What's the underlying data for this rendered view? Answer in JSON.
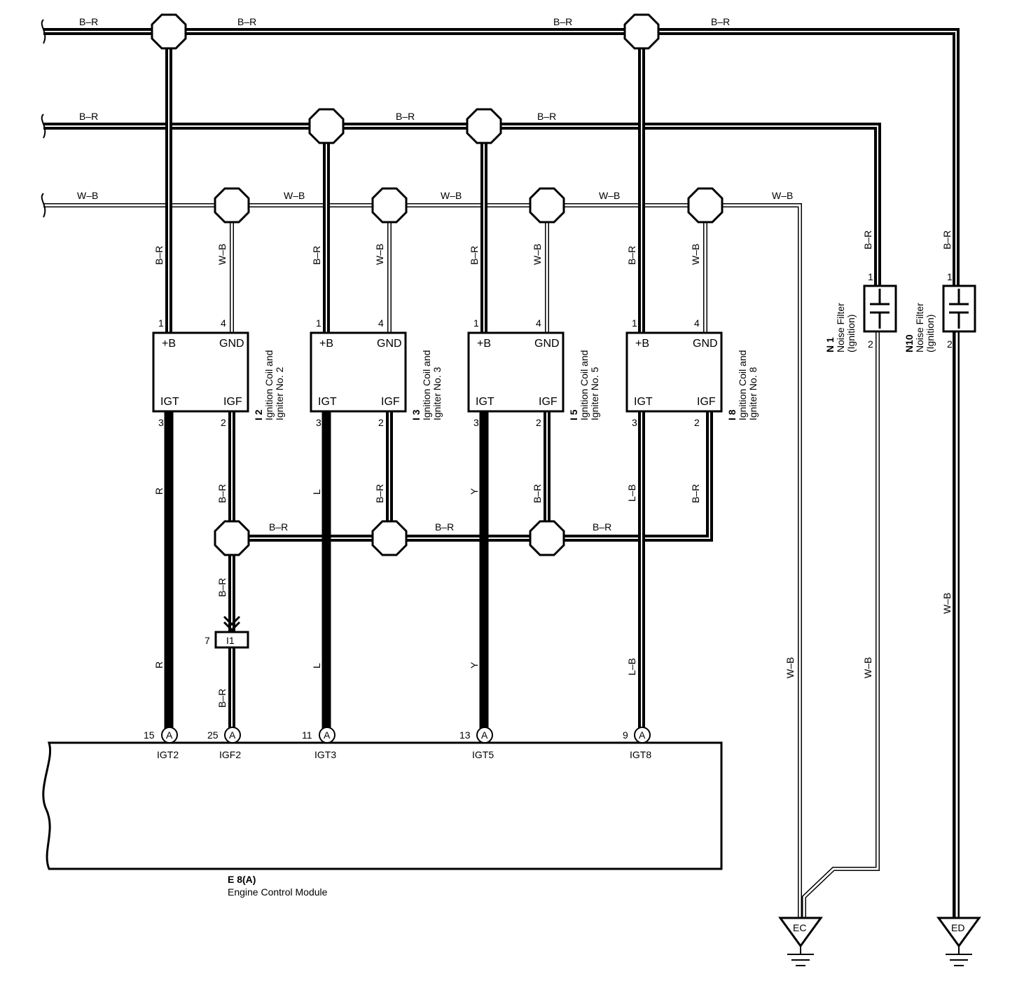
{
  "colors": {
    "wire": "#000000",
    "background": "#ffffff"
  },
  "wire_colors": {
    "b_r": "B–R",
    "w_b": "W–B",
    "r": "R",
    "l": "L",
    "y": "Y",
    "l_b": "L–B"
  },
  "coils": [
    {
      "code": "I 2",
      "name_line1": "Ignition Coil and",
      "name_line2": "Igniter No. 2",
      "plus_b": "+B",
      "gnd": "GND",
      "igt": "IGT",
      "igf": "IGF",
      "pin_plus_b": "1",
      "pin_gnd": "4",
      "pin_igt": "3",
      "pin_igf": "2",
      "igt_wire": "R"
    },
    {
      "code": "I 3",
      "name_line1": "Ignition Coil and",
      "name_line2": "Igniter No. 3",
      "plus_b": "+B",
      "gnd": "GND",
      "igt": "IGT",
      "igf": "IGF",
      "pin_plus_b": "1",
      "pin_gnd": "4",
      "pin_igt": "3",
      "pin_igf": "2",
      "igt_wire": "L"
    },
    {
      "code": "I 5",
      "name_line1": "Ignition Coil and",
      "name_line2": "Igniter No. 5",
      "plus_b": "+B",
      "gnd": "GND",
      "igt": "IGT",
      "igf": "IGF",
      "pin_plus_b": "1",
      "pin_gnd": "4",
      "pin_igt": "3",
      "pin_igf": "2",
      "igt_wire": "Y"
    },
    {
      "code": "I 8",
      "name_line1": "Ignition Coil and",
      "name_line2": "Igniter No. 8",
      "plus_b": "+B",
      "gnd": "GND",
      "igt": "IGT",
      "igf": "IGF",
      "pin_plus_b": "1",
      "pin_gnd": "4",
      "pin_igt": "3",
      "pin_igf": "2",
      "igt_wire": "L–B"
    }
  ],
  "noise_filters": [
    {
      "code": "N 1",
      "line1": "Noise Filter",
      "line2": "(Ignition)",
      "pin1": "1",
      "pin2": "2"
    },
    {
      "code": "N10",
      "line1": "Noise Filter",
      "line2": "(Ignition)",
      "pin1": "1",
      "pin2": "2"
    }
  ],
  "connector_i1": {
    "label": "I1",
    "pin": "7"
  },
  "ecm": {
    "code": "E 8(A)",
    "name": "Engine Control Module",
    "connector_letter": "A",
    "terminals": [
      {
        "pin": "15",
        "name": "IGT2"
      },
      {
        "pin": "25",
        "name": "IGF2"
      },
      {
        "pin": "11",
        "name": "IGT3"
      },
      {
        "pin": "13",
        "name": "IGT5"
      },
      {
        "pin": "9",
        "name": "IGT8"
      }
    ]
  },
  "grounds": [
    {
      "label": "EC"
    },
    {
      "label": "ED"
    }
  ]
}
